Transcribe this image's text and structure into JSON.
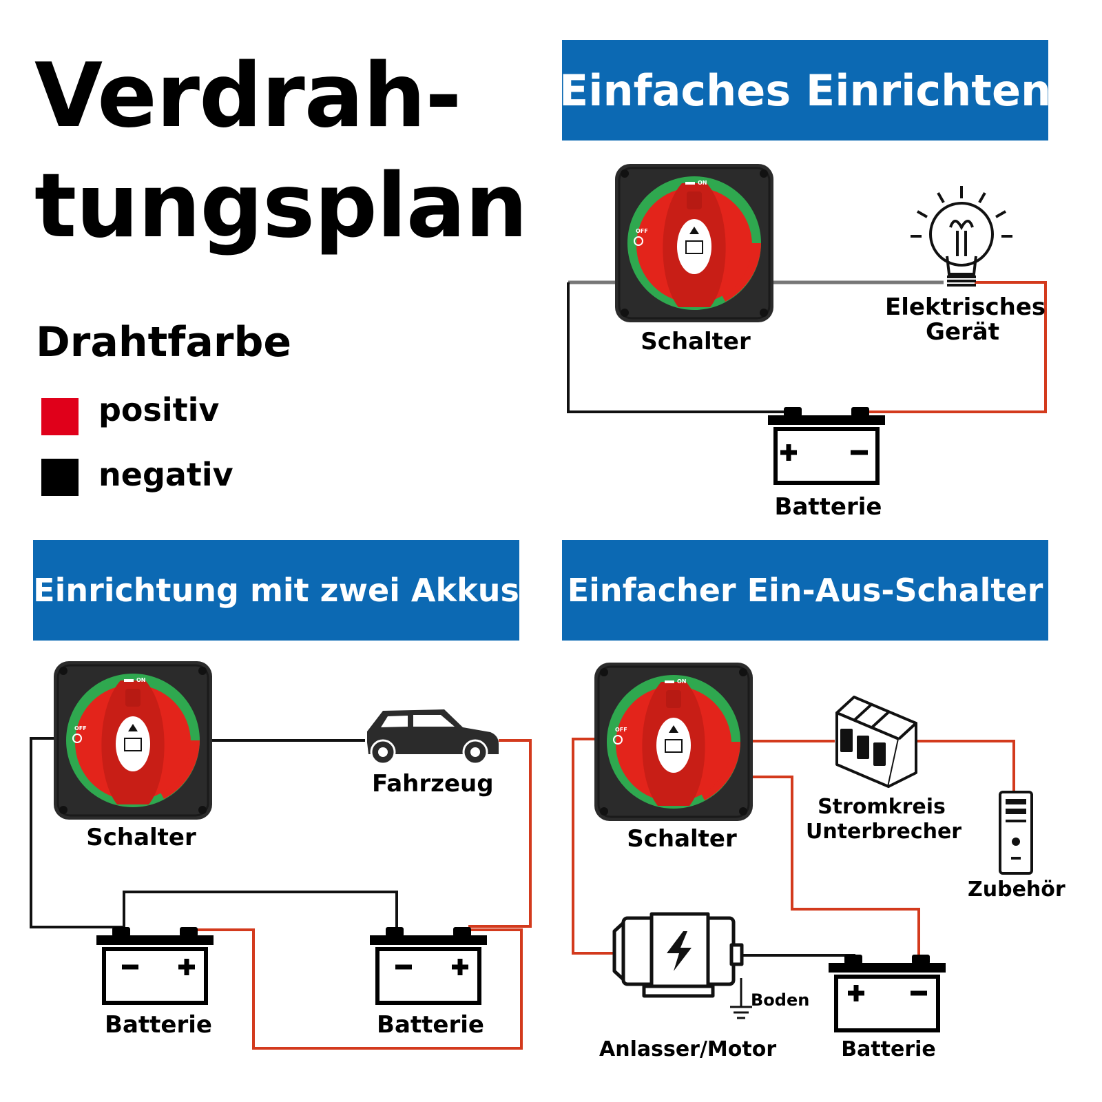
{
  "title": {
    "line1": "Verdrah-",
    "line2": "tungsplan"
  },
  "legend": {
    "title": "Drahtfarbe",
    "positive": {
      "label": "positiv",
      "color": "#e0001a"
    },
    "negative": {
      "label": "negativ",
      "color": "#000000"
    }
  },
  "colors": {
    "banner": "#0c69b3",
    "wire_positive": "#d33a1d",
    "wire_negative": "#111111",
    "switch_red": "#e3241b",
    "switch_green": "#2fa84f",
    "switch_body": "#2b2b2b"
  },
  "sections": {
    "simple": {
      "banner": "Einfaches Einrichten",
      "switch_label": "Schalter",
      "device_label_1": "Elektrisches",
      "device_label_2": "Gerät",
      "battery_label": "Batterie",
      "device_icon": "light-bulb-icon"
    },
    "dual": {
      "banner": "Einrichtung mit zwei Akkus",
      "switch_label": "Schalter",
      "vehicle_label": "Fahrzeug",
      "battery_label_1": "Batterie",
      "battery_label_2": "Batterie",
      "vehicle_icon": "car-icon"
    },
    "onoff": {
      "banner": "Einfacher Ein-Aus-Schalter",
      "switch_label": "Schalter",
      "breaker_label_1": "Stromkreis",
      "breaker_label_2": "Unterbrecher",
      "accessory_label": "Zubehör",
      "ground_label": "Boden",
      "motor_label": "Anlasser/Motor",
      "battery_label": "Batterie",
      "breaker_icon": "circuit-breaker-icon",
      "accessory_icon": "accessory-icon",
      "motor_icon": "starter-motor-icon"
    }
  },
  "switch_markings": {
    "on": "ON",
    "off": "OFF"
  }
}
